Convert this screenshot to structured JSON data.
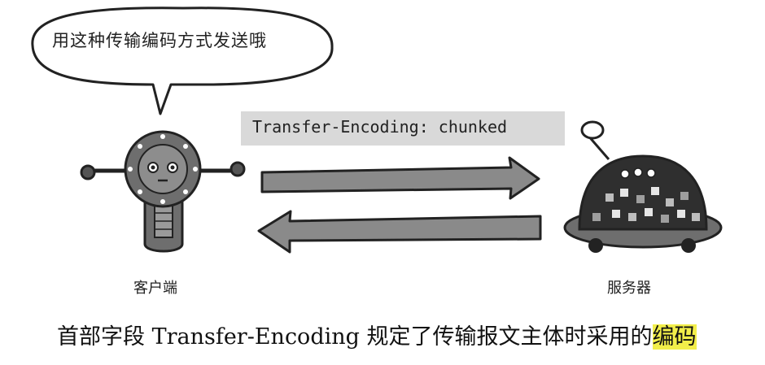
{
  "bubble": {
    "text": "用这种传输编码方式发送哦"
  },
  "header": {
    "text": "Transfer-Encoding: chunked"
  },
  "labels": {
    "client": "客户端",
    "server": "服务器"
  },
  "caption": {
    "text": "首部字段 Transfer-Encoding 规定了传输报文主体时采用的",
    "highlight": "编码"
  },
  "colors": {
    "highlight": "#f2ee4a",
    "header_box": "#d9d9d9",
    "arrow": "#8a8a8a",
    "robot_body": "#6e6e6e"
  }
}
